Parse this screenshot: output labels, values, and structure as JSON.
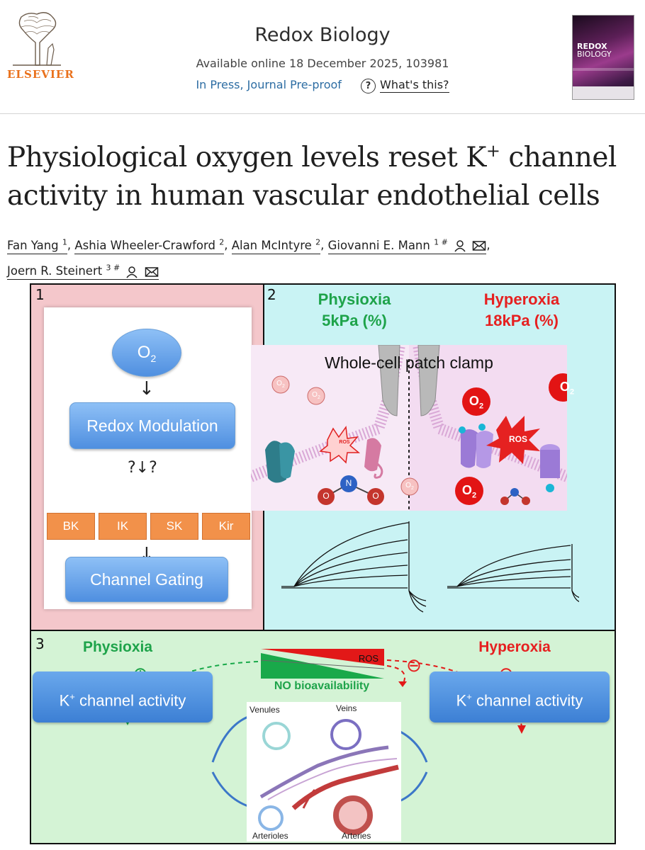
{
  "header": {
    "publisher": "ELSEVIER",
    "journal": "Redox Biology",
    "available": "Available online 18 December 2025, 103981",
    "status": "In Press, Journal Pre-proof",
    "help_glyph": "?",
    "whats_this": "What's this?",
    "cover": {
      "line1": "REDOX",
      "line2": "BIOLOGY"
    }
  },
  "article": {
    "title_part1": "Physiological oxygen levels reset K",
    "title_sup": "+",
    "title_part2": " channel activity in human vascular endothelial cells",
    "authors": [
      {
        "name": "Fan Yang",
        "sup": "1",
        "sep": ", "
      },
      {
        "name": "Ashia Wheeler-Crawford",
        "sup": "2",
        "sep": ", "
      },
      {
        "name": "Alan McIntyre",
        "sup": "2",
        "sep": ", "
      },
      {
        "name": "Giovanni E. Mann",
        "sup": "1 #",
        "sep": ","
      },
      {
        "name": "Joern R. Steinert",
        "sup": "3 #",
        "sep": ""
      }
    ]
  },
  "abstract": {
    "panel1": {
      "number": "1",
      "o2": "O",
      "o2_sub": "2",
      "redox": "Redox Modulation",
      "question_arrow": "?↓?",
      "arrow": "↓",
      "channels": [
        "BK",
        "IK",
        "SK",
        "Kir"
      ],
      "gating": "Channel Gating"
    },
    "panel2": {
      "number": "2",
      "physioxia": "Physioxia",
      "physioxia_level": "5kPa (%)",
      "hyperoxia": "Hyperoxia",
      "hyperoxia_level": "18kPa (%)",
      "patch_title": "Whole-cell patch clamp",
      "ros": "ROS",
      "o2": "O",
      "o2_sub": "2",
      "no_n": "N",
      "no_o": "O"
    },
    "panel3": {
      "number": "3",
      "physioxia": "Physioxia",
      "hyperoxia": "Hyperoxia",
      "plus": "⊕",
      "minus": "⊖",
      "ros": "ROS",
      "no_bio": "NO bioavailability",
      "k_activity": "K",
      "k_sup": "+",
      "k_rest": " channel activity",
      "vessels": [
        "Venules",
        "Veins",
        "Arterioles",
        "Arteries"
      ]
    }
  },
  "colors": {
    "green": "#1ea34a",
    "red": "#e62020",
    "blue": "#4f8fe0",
    "orange": "#f2914a"
  }
}
